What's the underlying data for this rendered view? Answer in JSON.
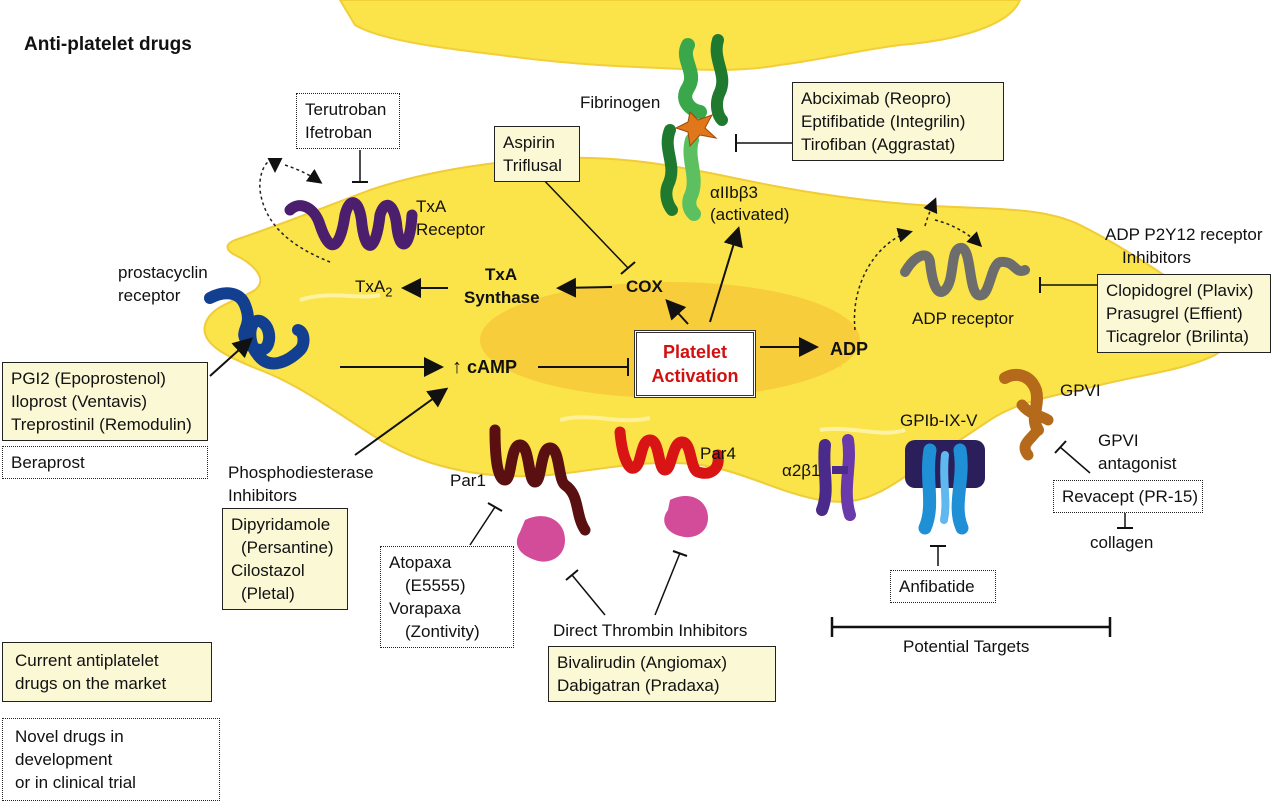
{
  "title": "Anti-platelet drugs",
  "center": {
    "label_line1": "Platelet",
    "label_line2": "Activation"
  },
  "nodes": {
    "cox": "COX",
    "txa_synthase_1": "TxA",
    "txa_synthase_2": "Synthase",
    "txa2": "TxA",
    "txa2_sub": "2",
    "camp_arrow": "↑",
    "camp": "cAMP",
    "adp": "ADP"
  },
  "receptors": {
    "fibrinogen": "Fibrinogen",
    "aiib_1": "αIIbβ3",
    "aiib_2": "(activated)",
    "txa_receptor_1": "TxA",
    "txa_receptor_2": "Receptor",
    "prostacyclin_1": "prostacyclin",
    "prostacyclin_2": "receptor",
    "adp_receptor": "ADP receptor",
    "gpvi": "GPVI",
    "gpib": "GPIb-IX-V",
    "a2b1": "α2β1",
    "par1": "Par1",
    "par4": "Par4"
  },
  "captions": {
    "p2y12_1": "ADP P2Y12 receptor",
    "p2y12_2": "Inhibitors",
    "pde_1": "Phosphodiesterase",
    "pde_2": "Inhibitors",
    "gpvi_ant_1": "GPVI",
    "gpvi_ant_2": "antagonist",
    "collagen": "collagen",
    "dti": "Direct Thrombin Inhibitors",
    "potential": "Potential Targets"
  },
  "drug_boxes": {
    "terutroban": [
      "Terutroban",
      "Ifetroban"
    ],
    "aspirin": [
      "Aspirin",
      "Triflusal"
    ],
    "abciximab": [
      "Abciximab (Reopro)",
      "Eptifibatide (Integrilin)",
      "Tirofiban (Aggrastat)"
    ],
    "clopidogrel": [
      "Clopidogrel (Plavix)",
      "Prasugrel (Effient)",
      "Ticagrelor (Brilinta)"
    ],
    "pgi2": [
      "PGI2 (Epoprostenol)",
      "Iloprost (Ventavis)",
      "Treprostinil (Remodulin)"
    ],
    "beraprost": [
      "Beraprost"
    ],
    "dipyridamole": [
      "Dipyridamole",
      "(Persantine)",
      "Cilostazol",
      "(Pletal)"
    ],
    "atopaxa": [
      "Atopaxa",
      "(E5555)",
      "Vorapaxa",
      "(Zontivity)"
    ],
    "bivalirudin": [
      "Bivalirudin (Angiomax)",
      "Dabigatran (Pradaxa)"
    ],
    "revacept": [
      "Revacept (PR-15)"
    ],
    "anfibatide": [
      "Anfibatide"
    ]
  },
  "legend": {
    "current": [
      "Current antiplatelet",
      "drugs on the market"
    ],
    "novel": [
      "Novel drugs in",
      "development",
      "or in clinical trial"
    ]
  },
  "colors": {
    "platelet": "#fbe34a",
    "platelet_core": "#f7c93a",
    "activation_text": "#d21010",
    "current_box": "#fbf8d6",
    "txa_receptor": "#4b1f6e",
    "prostacyclin_receptor": "#123f8f",
    "adp_receptor": "#6d6d6d",
    "integrin": "#3aa84a",
    "fibrinogen_star": "#e0781b",
    "par1": "#5a1010",
    "par4": "#d81414",
    "thrombin": "#d34c9a",
    "gpvi": "#b56a1b",
    "gpib": "#1f8fd6",
    "a2b1": "#4a2a8a"
  }
}
